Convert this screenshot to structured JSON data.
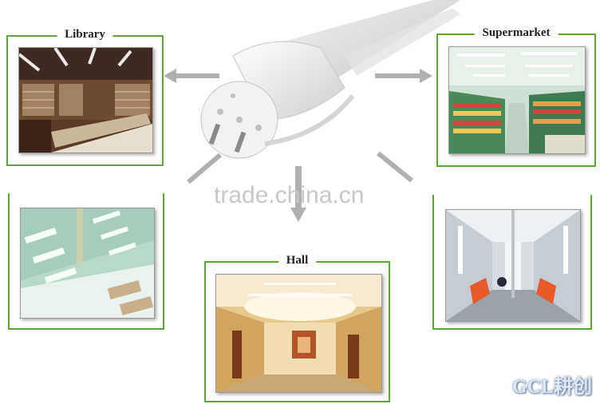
{
  "panels": {
    "library": {
      "title": "Library"
    },
    "supermarket": {
      "title": "Supermarket"
    },
    "hall": {
      "title": "Hall"
    }
  },
  "watermark": "trade.china.cn",
  "brand": "GCL耕创"
}
